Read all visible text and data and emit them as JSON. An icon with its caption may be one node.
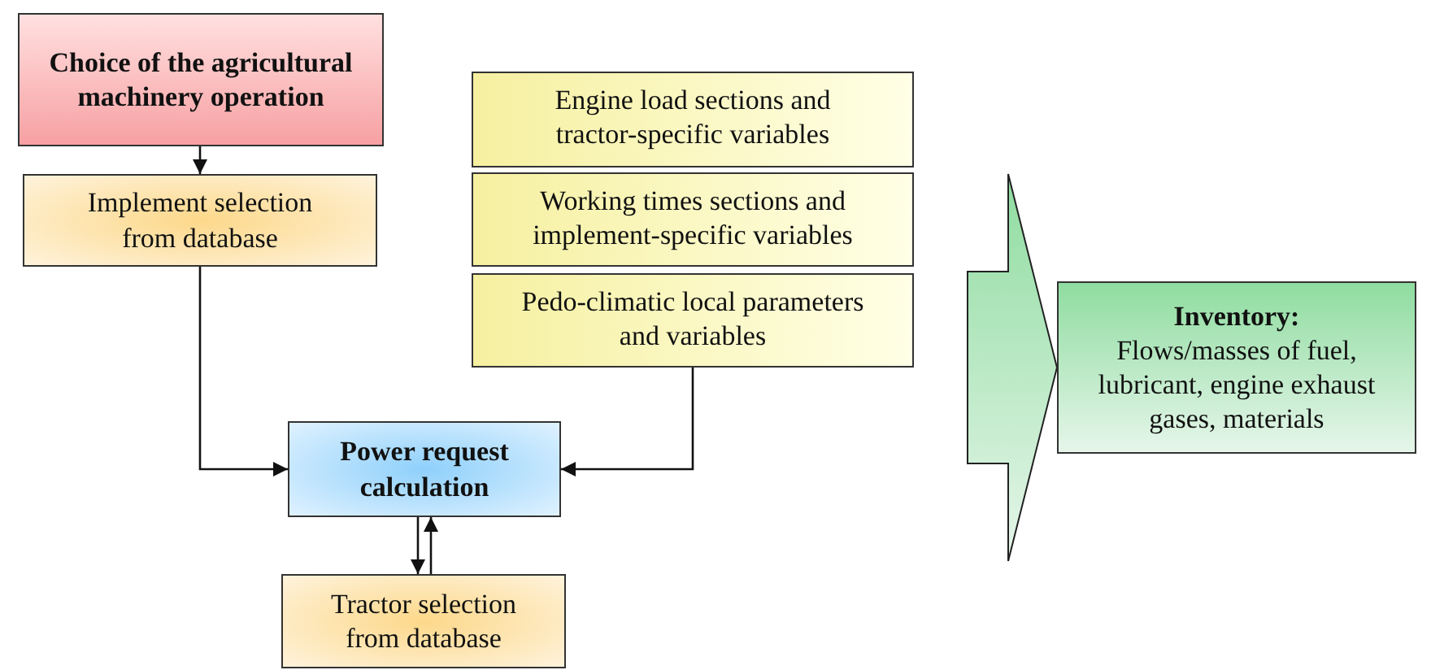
{
  "diagram": {
    "nodes": [
      {
        "text": [
          "Choice of the agricultural machinery operation"
        ]
      },
      {
        "text": [
          "Implement selection from database"
        ]
      },
      {
        "text": [
          "Engine load sections and tractor-specific variables"
        ]
      },
      {
        "text": [
          "Working times sections and implement-specific variables"
        ]
      },
      {
        "text": [
          "Pedo-climatic local parameters and variables"
        ]
      },
      {
        "text": [
          "Power request calculation"
        ]
      },
      {
        "text": [
          "Tractor selection from database"
        ]
      },
      {
        "text": [
          "Inventory:",
          "Flows/masses of fuel, lubricant, engine exhaust gases, materials"
        ]
      }
    ],
    "edges": [
      {
        "from": 0,
        "to": 1,
        "arrow": "to"
      },
      {
        "from": 1,
        "to": 5,
        "arrow": "to"
      },
      {
        "from": 4,
        "to": 5,
        "arrow": "to"
      },
      {
        "from": 5,
        "to": 6,
        "arrow": "to"
      },
      {
        "from": 6,
        "to": 5,
        "arrow": "to"
      },
      {
        "from": null,
        "to": 7,
        "arrow": "to",
        "style": "thick",
        "color": "#8fdca0"
      }
    ]
  }
}
